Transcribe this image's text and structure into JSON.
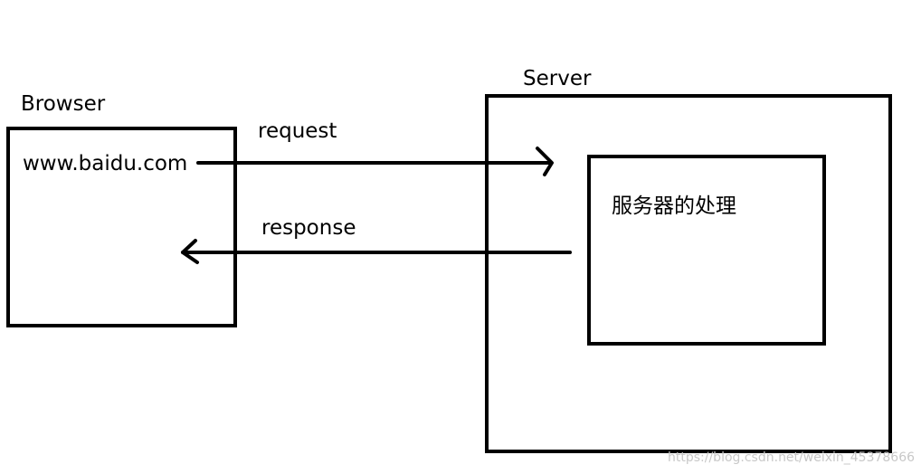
{
  "browser": {
    "title": "Browser",
    "url": "www.baidu.com"
  },
  "server": {
    "title": "Server",
    "processing_label": "服务器的处理"
  },
  "arrows": {
    "request_label": "request",
    "response_label": "response"
  },
  "watermark": "https://blog.csdn.net/weixin_45378666",
  "colors": {
    "stroke": "#000000",
    "background": "#ffffff",
    "watermark": "#c8c8c8"
  }
}
